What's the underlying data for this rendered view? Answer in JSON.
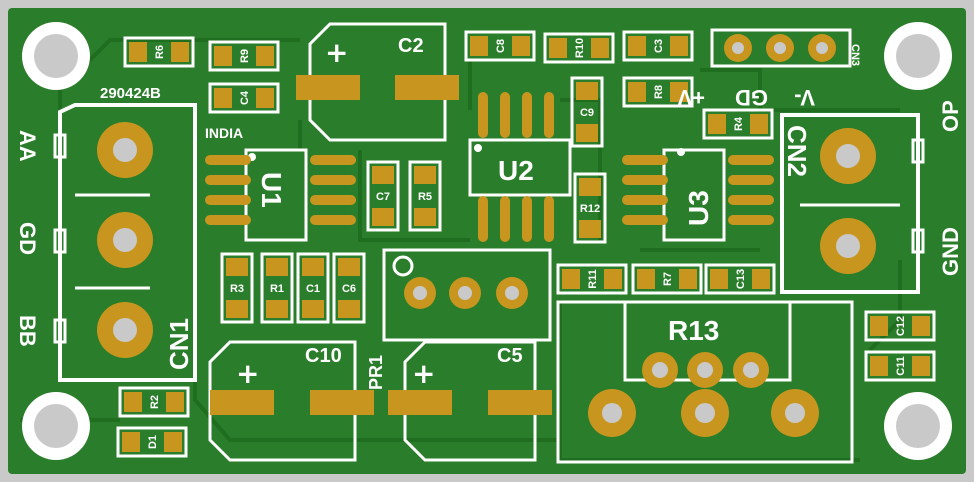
{
  "colors": {
    "background": "#c9c9c9",
    "board": "#2a7d2a",
    "trace": "#1f6e1f",
    "silkscreen": "#ffffff",
    "copper": "#c8961e",
    "hole": "#c9c9c9"
  },
  "board_code": "290424B",
  "country": "INDIA",
  "connectors": {
    "cn1": {
      "label": "CN1",
      "pins": [
        "AA",
        "GD",
        "BB"
      ]
    },
    "cn2": {
      "label": "CN2",
      "pins": [
        "OP",
        "GND"
      ]
    },
    "cn3": {
      "label": "CN3",
      "pins": [
        "V-",
        "GD",
        "+V"
      ]
    }
  },
  "ics": [
    "U1",
    "U2",
    "U3"
  ],
  "capacitors_electrolytic": [
    "C2",
    "C10",
    "C5"
  ],
  "potentiometer": {
    "trim": "PR1",
    "large": "R13"
  },
  "resistors": [
    "R1",
    "R2",
    "R3",
    "R4",
    "R5",
    "R6",
    "R7",
    "R8",
    "R9",
    "R10",
    "R11",
    "R12"
  ],
  "capacitors_smd": [
    "C1",
    "C3",
    "C4",
    "C6",
    "C7",
    "C8",
    "C9",
    "C11",
    "C12",
    "C13"
  ],
  "diode": "D1",
  "mounting_holes": 4
}
